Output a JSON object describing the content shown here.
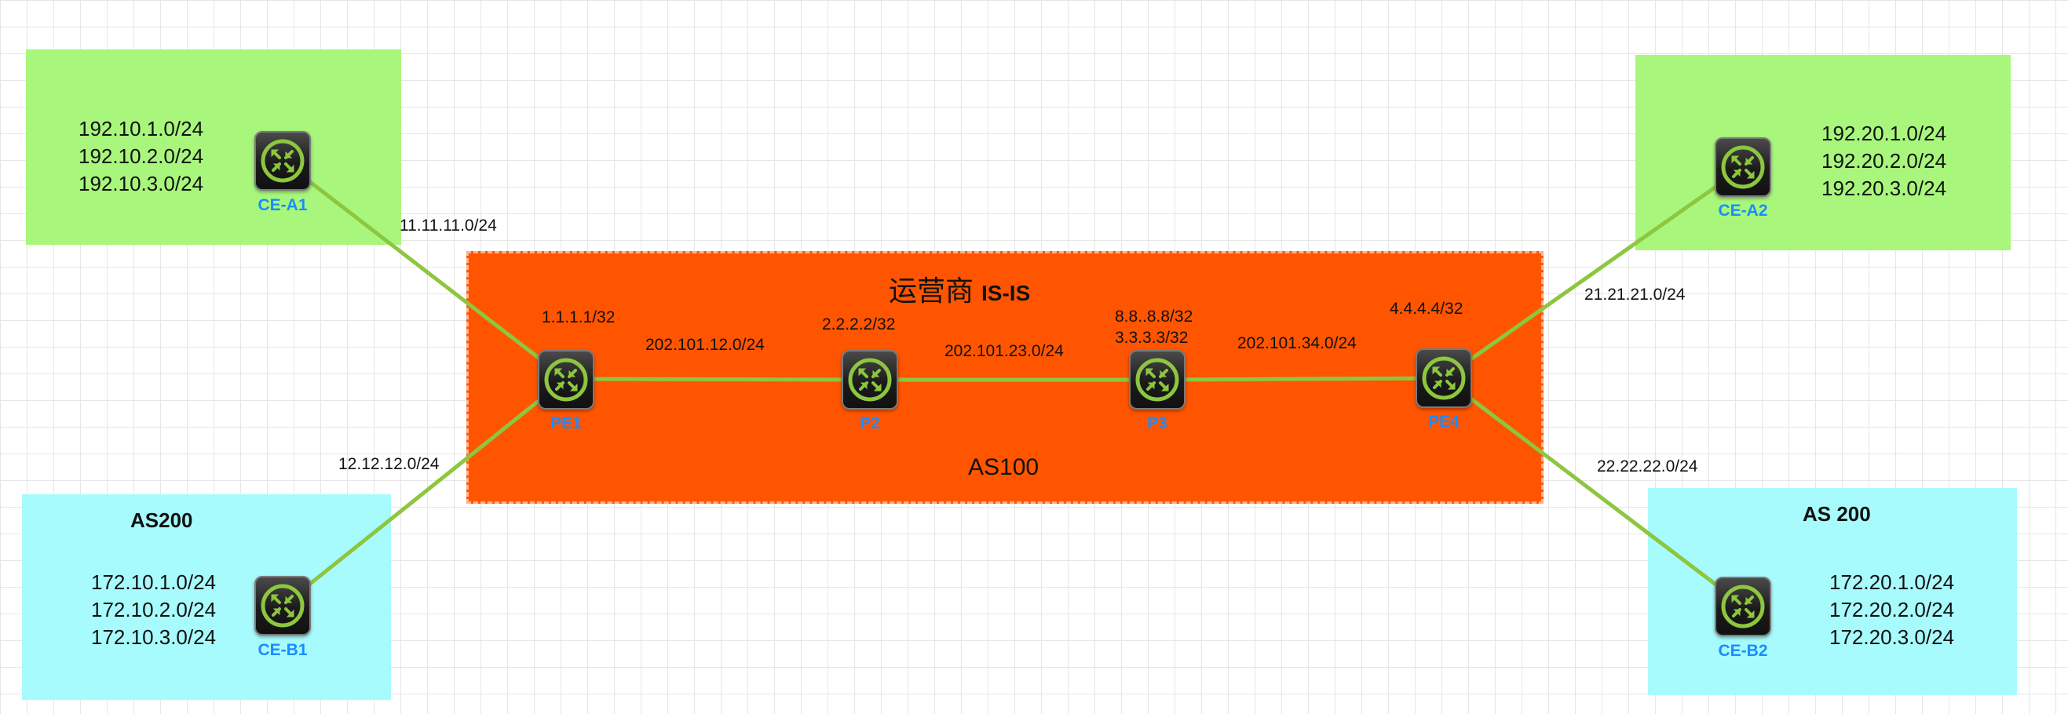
{
  "core": {
    "title_cn": "运营商",
    "title_proto": "IS-IS",
    "as_label": "AS100"
  },
  "sites": {
    "ce_a1_nets": [
      "192.10.1.0/24",
      "192.10.2.0/24",
      "192.10.3.0/24"
    ],
    "ce_a2_nets": [
      "192.20.1.0/24",
      "192.20.2.0/24",
      "192.20.3.0/24"
    ],
    "ce_b1_title": "AS200",
    "ce_b1_nets": [
      "172.10.1.0/24",
      "172.10.2.0/24",
      "172.10.3.0/24"
    ],
    "ce_b2_title": "AS 200",
    "ce_b2_nets": [
      "172.20.1.0/24",
      "172.20.2.0/24",
      "172.20.3.0/24"
    ]
  },
  "routers": {
    "ce_a1": "CE-A1",
    "ce_a2": "CE-A2",
    "ce_b1": "CE-B1",
    "ce_b2": "CE-B2",
    "pe1": "PE1",
    "p2": "P2",
    "p3": "P3",
    "pe4": "PE4"
  },
  "loopbacks": {
    "pe1": "1.1.1.1/32",
    "p2": "2.2.2.2/32",
    "p3_a": "8.8..8.8/32",
    "p3_b": "3.3.3.3/32",
    "pe4": "4.4.4.4/32"
  },
  "links": {
    "ce_a1_pe1": "11.11.11.0/24",
    "ce_b1_pe1": "12.12.12.0/24",
    "pe1_p2": "202.101.12.0/24",
    "p2_p3": "202.101.23.0/24",
    "p3_pe4": "202.101.34.0/24",
    "pe4_ce_a2": "21.21.21.0/24",
    "pe4_ce_b2": "22.22.22.0/24"
  },
  "colors": {
    "site_green": "#a8f77c",
    "site_cyan": "#a8fbfd",
    "core_orange": "#ff5500",
    "link_green": "#8dc63f",
    "router_label_blue": "#1a8cff"
  }
}
